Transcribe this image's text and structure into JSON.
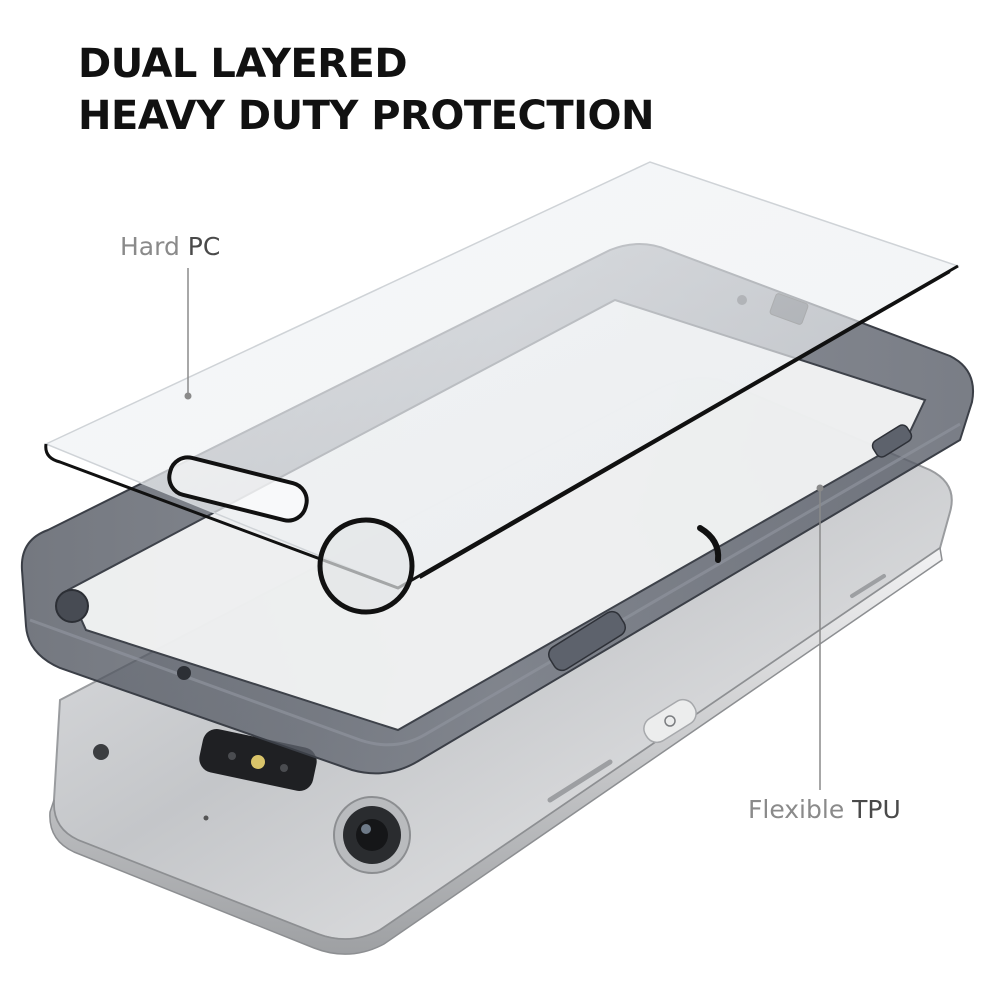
{
  "headline": {
    "line1": "DUAL LAYERED",
    "line2": "HEAVY DUTY PROTECTION"
  },
  "callouts": {
    "hard_pc": {
      "prefix": "Hard ",
      "emphasis": "PC"
    },
    "flexible_tpu": {
      "prefix": "Flexible ",
      "emphasis": "TPU"
    }
  },
  "colors": {
    "headline": "#111111",
    "label_light": "#8a8a8a",
    "label_dark": "#4a4a4a",
    "phone_silver": "#c9cbce",
    "bumper_smoke": "#5a5f6b"
  }
}
